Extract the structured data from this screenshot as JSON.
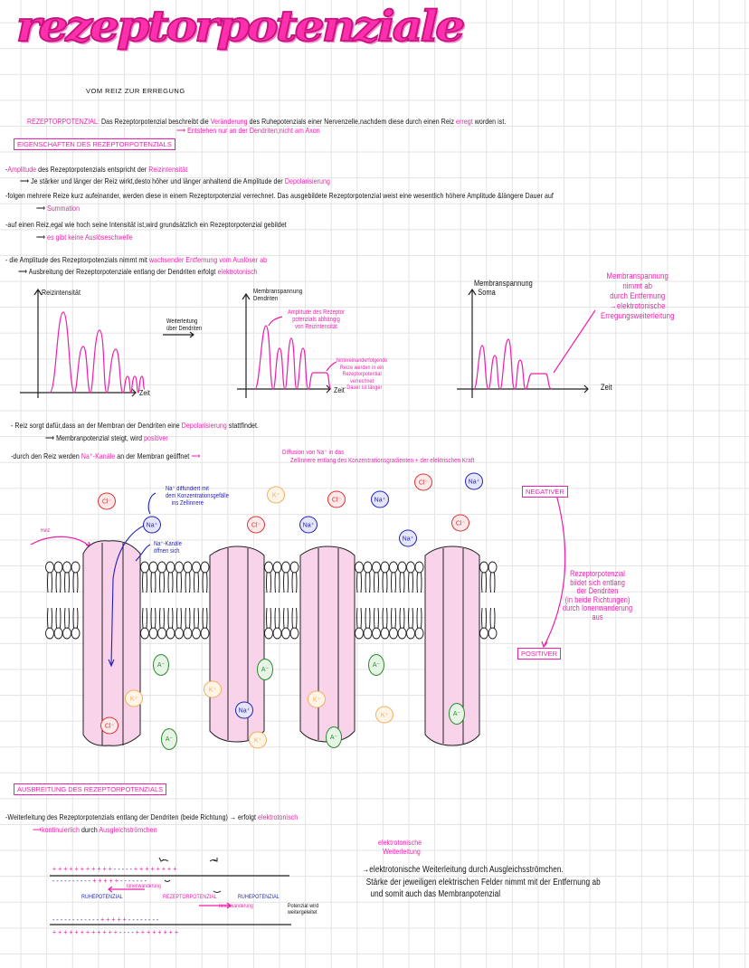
{
  "title": "rezeptorpotenziale",
  "subtitle": "VOM REIZ ZUR ERREGUNG",
  "definition": [
    "REZEPTORPOTENZIAL:",
    "Das Rezeptorpotenzial beschreibt die",
    "Veränderung",
    "des Ruhepotenzials einer Nervenzelle,nachdem diese durch einen Reiz",
    "erregt",
    "worden ist."
  ],
  "definition_note": "Entstehen nur an der Dendriten;nicht am Axon",
  "section1": "EIGENSCHAFTEN DES REZEPTORPOTENZIALS",
  "p1": [
    "-",
    "Amplitude",
    "des Rezeptorpotenzials entspricht der",
    "Reizintensität"
  ],
  "p1a": [
    "Je stärker und länger der Reiz wirkt,desto höher und länger anhaltend die Amplitude der",
    "Depolarisierung"
  ],
  "p2": "-folgen mehrere Reize kurz aufeinander, werden diese in einem Rezeptorpotenzial verrechnet. Das ausgebildete Rezeptorpotenzial weist eine wesentlich höhere Amplitude &längere Dauer auf",
  "p2a": "Summation",
  "p3": "-auf einen Reiz,egal wie hoch seine Intensität ist,wird grundsätzlich ein Rezeptorpotenzial gebildet",
  "p3a": "es gibt keine Auslöseschwelle",
  "p4": [
    "- die Amplitude des Rezeptorpotenzials nimmt mit",
    "wachsender Entfernung vom Auslöser ab"
  ],
  "p4a": [
    "Ausbreitung der Rezeptorpotenziale entlang der Dendriten erfolgt",
    "elektrotonisch"
  ],
  "graphs": {
    "g1_ylabel": "Reizintensität",
    "g1_xlabel": "Zeit",
    "transfer": [
      "Weiterleitung",
      "über Dendriten"
    ],
    "g2_ylabel": [
      "Membranspannung",
      "Dendriten"
    ],
    "g2_xlabel": "Zeit",
    "g2_note1": [
      "Amplitude des Rezeptor",
      "potenzials abhängig",
      "von Reizintensität"
    ],
    "g2_note2": [
      "hintereinanderfolgende",
      "Reize werden in ein",
      "Rezeptorpotential",
      "verrechnet",
      "→Dauer ist länger"
    ],
    "g3_ylabel": [
      "Membranspannung",
      "Soma"
    ],
    "g3_xlabel": "Zeit",
    "g3_note": [
      "Membranspannung",
      "nimmt ab",
      "durch Entfernung",
      "→elektrotonische",
      "Erregungsweiterleitung"
    ]
  },
  "p5": [
    "- Reiz sorgt dafür,dass an der Membran der Dendriten eine",
    "Depolarisierung",
    "stattfindet."
  ],
  "p5a": [
    "Membranpotenzial steigt, wird",
    "positiver"
  ],
  "p6": [
    "-durch den Reiz werden",
    "Na⁺-Kanäle",
    "an der Membran geöffnet"
  ],
  "p6a": [
    "Diffusion von Na⁺ in das",
    "Zellinnere entlang des Konzentrationsgradienten + der elektrischen Kraft"
  ],
  "membrane": {
    "reiz": "Reiz",
    "na_diffuses": [
      "Na⁺ diffundiert mit",
      "dem Konzentrationsgefälle",
      "ins Zellinnere"
    ],
    "channels_open": [
      "Na⁺-Kanäle",
      "öffnen sich"
    ],
    "negativer": "NEGATIVER",
    "positiver": "POSITIVER",
    "side_note": [
      "Rezeptorpotenzial",
      "bildet sich entlang",
      "der Dendriten",
      "(in beide Richtungen)",
      "durch Ionenwanderung",
      "aus"
    ],
    "ions": {
      "cl": "Cl⁻",
      "na": "Na⁺",
      "k": "K⁺",
      "a": "A⁻"
    },
    "colors": {
      "cl": "#dd3333",
      "na": "#2222b8",
      "k": "#f0b060",
      "a": "#2c8a2c",
      "channel": "#f9d3ea"
    }
  },
  "section2": "AUSBREITUNG DES REZEPTORPOTENZIALS",
  "p7": [
    "-Weiterleitung des Rezeptorpotenzials entlang der Dendriten (beide Richtung)",
    "→ erfolgt",
    "elektrotonisch"
  ],
  "p7a": [
    "kontinuierlich",
    "durch",
    "Ausgleichströmchen"
  ],
  "bottom": {
    "heading": [
      "elektrotonische",
      "Weiterleitung"
    ],
    "text": [
      "→elektrotonische Weiterleitung durch Ausgleichsströmchen.",
      "Stärke der jeweiligen elektrischen Felder nimmt mit der Entfernung ab",
      "und somit auch das Membranpotenzial"
    ],
    "ionenwanderung": "Ionenwanderung",
    "ruhe_left": "RUHEPOTENZIAL",
    "rezeptor": "REZEPTORPOTENZIAL",
    "ruhe_right": "RUHEPOTENZIAL",
    "weitergeleitet": [
      "Potenzial wird",
      "weitergeleitet"
    ],
    "top_plus": "+ + + + + + + + + + +",
    "top_minus": "- - - - -",
    "top_plus2": "+ + + + + + + +",
    "mid_minus": "- - - - - - - - - -",
    "mid_plus": "+ + + + +",
    "mid_minus2": "- - - - - - -",
    "low_minus": "- - - - - - - - - - - -",
    "low_plus": "+ + + + +",
    "low_minus2": "- - - - - - - -",
    "bot_plus": "+ + + + + + + + + + + +",
    "bot_minus": "- - - -",
    "bot_plus2": "+ + + + + + + +"
  },
  "accent": "#ee1fa8"
}
